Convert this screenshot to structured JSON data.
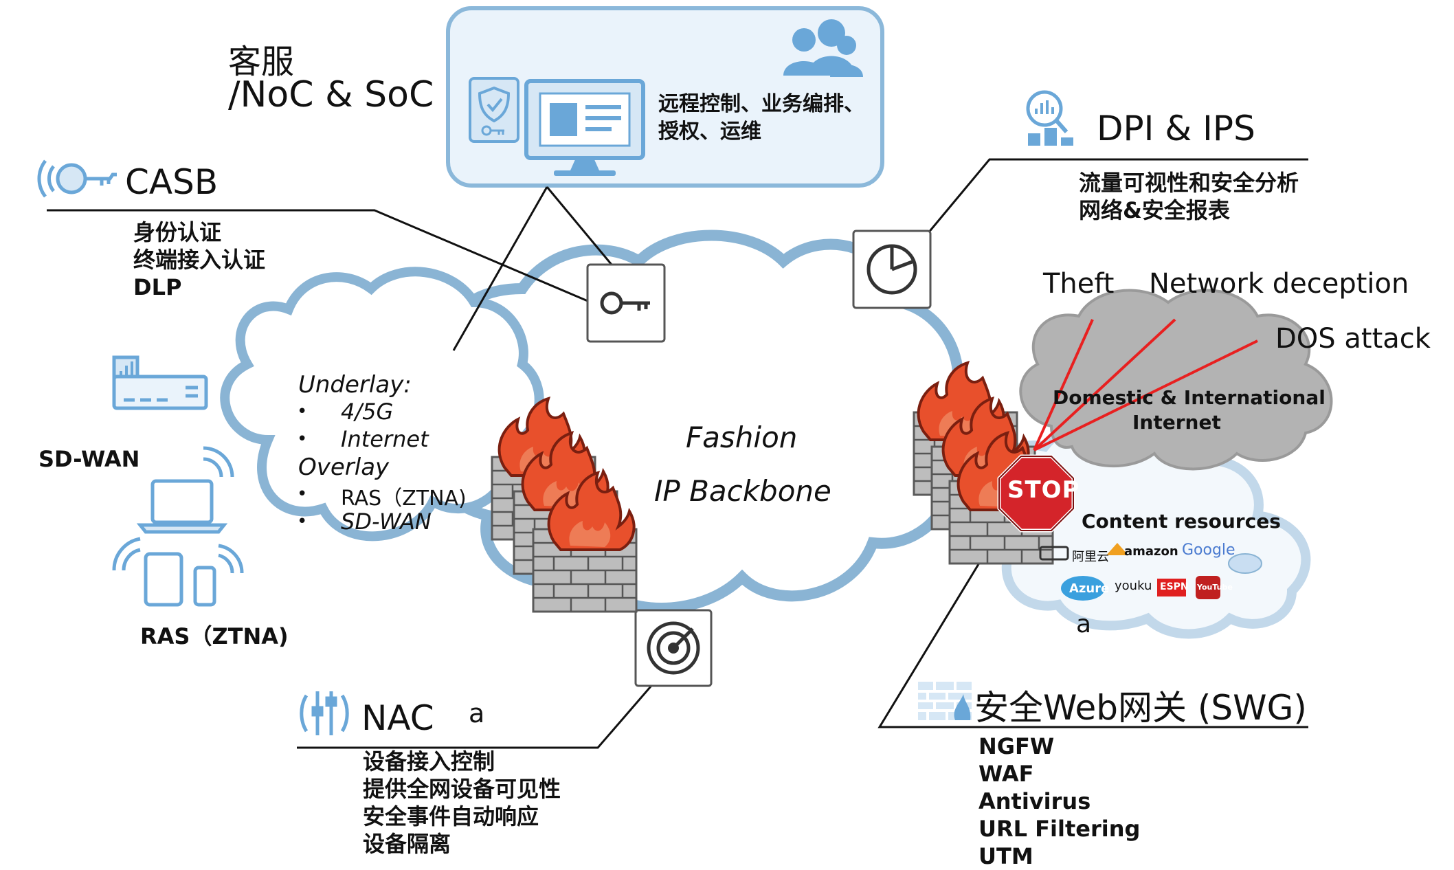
{
  "noc": {
    "title_line1": "客服",
    "title_line2": "/NoC & SoC",
    "desc_line1": "远程控制、业务编排、",
    "desc_line2": "授权、运维"
  },
  "casb": {
    "title": "CASB",
    "items": [
      "身份认证",
      "终端接入认证",
      "DLP"
    ]
  },
  "dpi": {
    "title": "DPI & IPS",
    "items": [
      "流量可视性和安全分析",
      "网络&安全报表"
    ]
  },
  "sdwan": {
    "label": "SD-WAN"
  },
  "ras": {
    "label": "RAS（ZTNA)"
  },
  "underlay": {
    "underlay_title": "Underlay:",
    "underlay_items": [
      "4/5G",
      "Internet"
    ],
    "overlay_title": "Overlay",
    "overlay_items": [
      "RAS（ZTNA)",
      "SD-WAN"
    ],
    "bullet": "•"
  },
  "backbone": {
    "line1": "Fashion",
    "line2": "IP Backbone"
  },
  "threats": {
    "theft": "Theft",
    "deception": "Network deception",
    "dos": "DOS attack"
  },
  "internet_cloud": {
    "line1": "Domestic & International",
    "line2": "Internet"
  },
  "content": {
    "title": "Content resources",
    "logos": [
      "阿里云",
      "amazon",
      "Google",
      "Azure",
      "youku",
      "ESPN",
      "YouTube"
    ],
    "a_label": "a"
  },
  "stop": {
    "text": "STOP"
  },
  "nac": {
    "title": "NAC",
    "a_label": "a",
    "items": [
      "设备接入控制",
      "提供全网设备可见性",
      "安全事件自动响应",
      "设备隔离"
    ]
  },
  "swg": {
    "title": "安全Web网关 (SWG)",
    "items": [
      "NGFW",
      "WAF",
      "Antivirus",
      "URL Filtering",
      "UTM"
    ]
  },
  "icons": [
    "people-icon",
    "shield-key-icon",
    "monitor-icon",
    "key-fob-icon",
    "magnifier-chart-icon",
    "key-icon",
    "pie-chart-icon",
    "radar-icon",
    "nac-sliders-icon",
    "swg-firewall-icon",
    "router-icon",
    "laptop-icon",
    "tablet-icon",
    "phone-icon",
    "firewall-fire-icon"
  ],
  "colors": {
    "cloud_stroke": "#8ab4d4",
    "cloud_stroke_light": "#c2d8ea",
    "panel_border": "#8bb8da",
    "panel_fill": "#eaf3fb",
    "icon_blue": "#6aa7d8",
    "internet_cloud": "#b3b3b3",
    "threat_line": "#e82020",
    "stop_red": "#d4242a",
    "fire": "#e8502c",
    "brick": "#a9a9a9"
  }
}
